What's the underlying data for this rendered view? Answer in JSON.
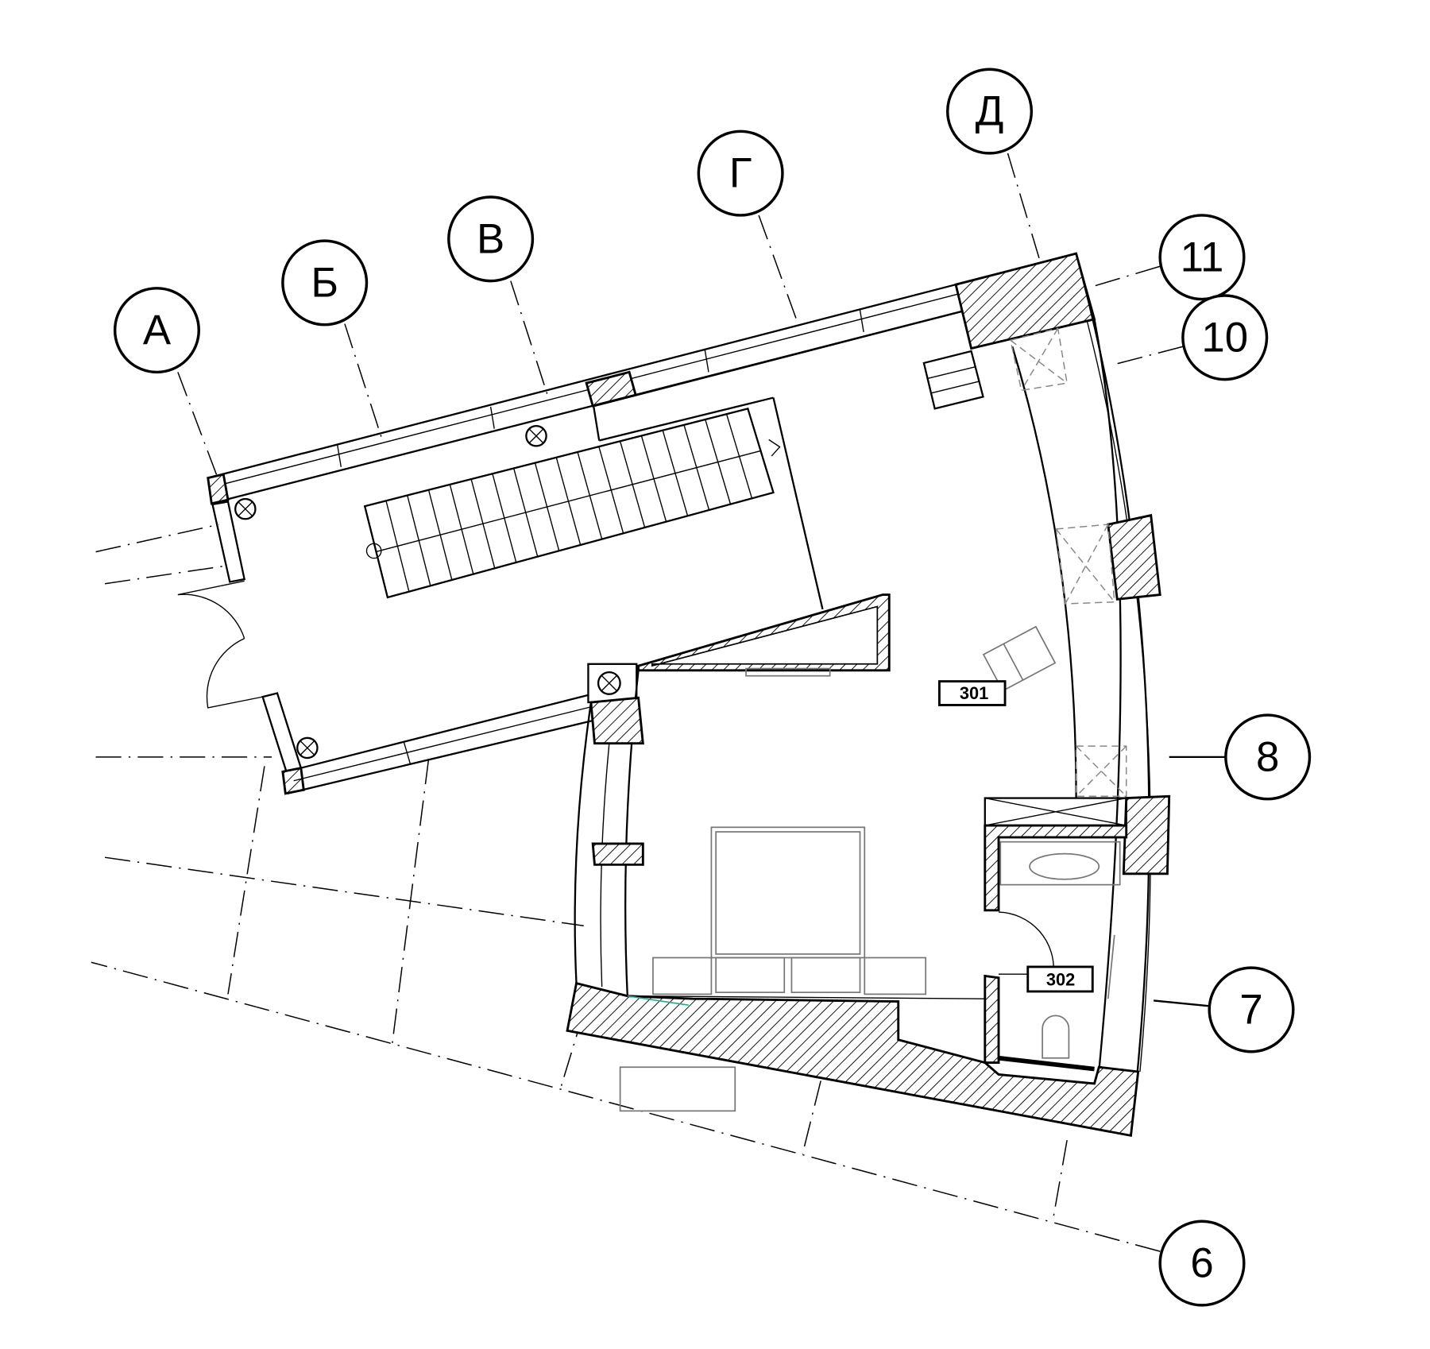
{
  "drawing": {
    "grid_axes_letters": [
      {
        "id": "A",
        "label": "А"
      },
      {
        "id": "B",
        "label": "Б"
      },
      {
        "id": "V",
        "label": "В"
      },
      {
        "id": "G",
        "label": "Г"
      },
      {
        "id": "D",
        "label": "Д"
      }
    ],
    "grid_axes_numbers": [
      {
        "id": "11",
        "label": "11"
      },
      {
        "id": "10",
        "label": "10"
      },
      {
        "id": "8",
        "label": "8"
      },
      {
        "id": "7",
        "label": "7"
      },
      {
        "id": "6",
        "label": "6"
      }
    ],
    "rooms": [
      {
        "number": "301"
      },
      {
        "number": "302"
      }
    ],
    "stair_treads": 18,
    "colors": {
      "line": "#000000",
      "furniture": "#777777"
    }
  }
}
